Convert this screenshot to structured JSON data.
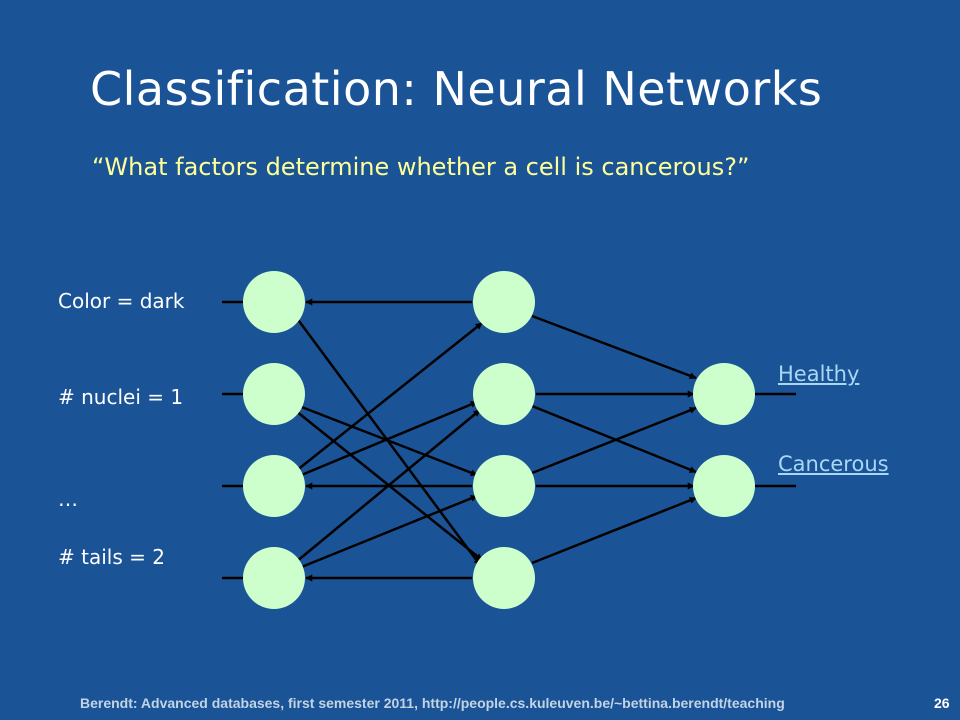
{
  "slide": {
    "title": "Classification: Neural Networks",
    "subtitle": "“What factors determine whether a cell is cancerous?”",
    "footer": "Berendt: Advanced databases, first semester 2011, http://people.cs.kuleuven.be/~bettina.berendt/teaching",
    "page_number": "26"
  },
  "inputs": [
    "Color = dark",
    "# nuclei = 1",
    "…",
    "# tails = 2"
  ],
  "outputs": [
    "Healthy",
    "Cancerous"
  ],
  "colors": {
    "background": "#1a5496",
    "node_fill": "#ccffcc",
    "edge": "#000000",
    "title": "#ffffff",
    "subtitle": "#ffff99",
    "output_link": "#a9d7f5"
  }
}
